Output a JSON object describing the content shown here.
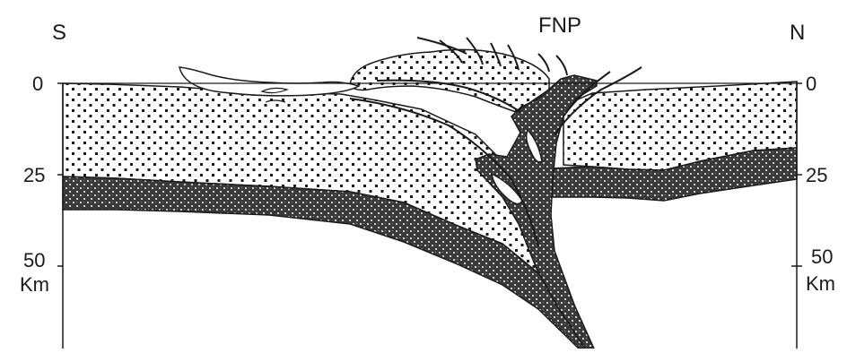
{
  "section": {
    "left_direction": "S",
    "right_direction": "N",
    "fault_label": "FNP",
    "depth_ticks_left": [
      "0",
      "25",
      "50"
    ],
    "depth_ticks_right": [
      "0",
      "25",
      "50"
    ],
    "depth_unit_left": "Km",
    "depth_unit_right": "Km"
  },
  "colors": {
    "ink": "#1a1a1a",
    "background": "#ffffff"
  },
  "patterns": [
    "dotted-crust-pattern",
    "dense-stippled-lower-crust-pattern"
  ]
}
